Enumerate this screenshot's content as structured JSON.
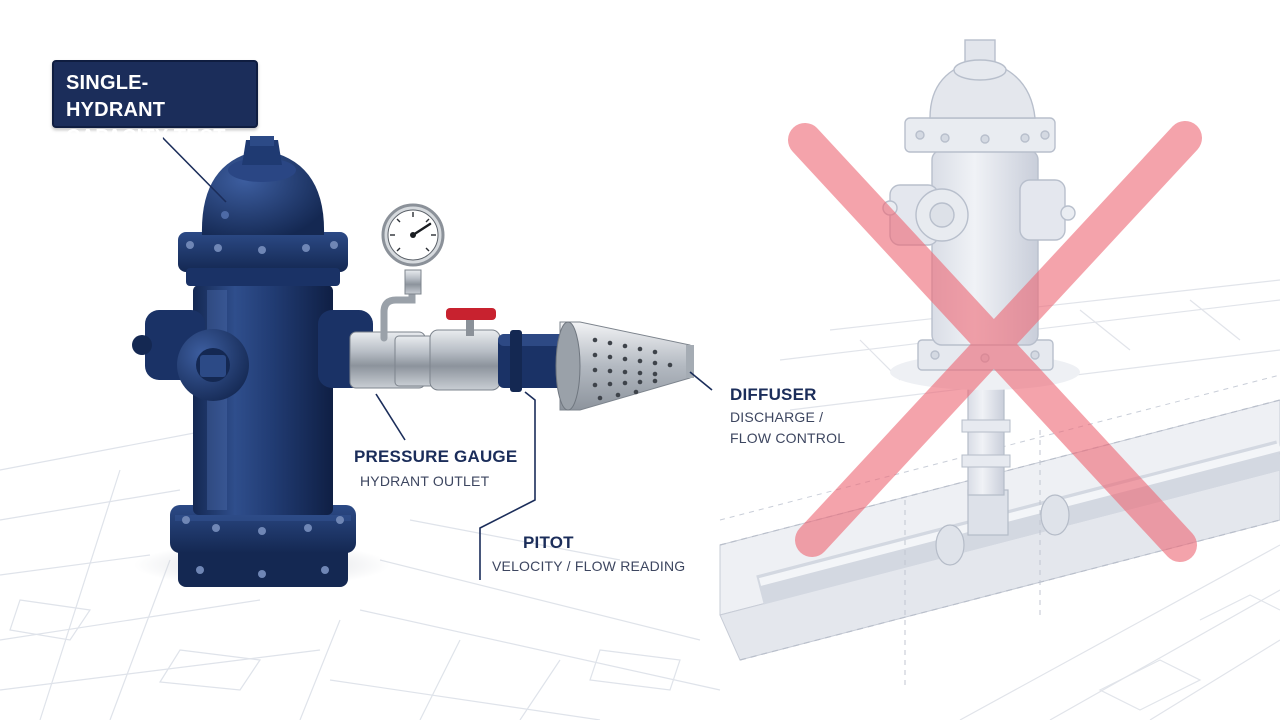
{
  "title": {
    "line1": "SINGLE-HYDRANT",
    "line2": "CAPACITY TEST"
  },
  "labels": {
    "pressure_gauge": {
      "title": "PRESSURE GAUGE",
      "subtitle": "HYDRANT OUTLET"
    },
    "pitot": {
      "title": "PITOT",
      "subtitle": "VELOCITY / FLOW READING"
    },
    "diffuser": {
      "title": "DIFFUSER",
      "subtitle_line1": "DISCHARGE /",
      "subtitle_line2": "FLOW CONTROL"
    }
  },
  "colors": {
    "hydrant": "#1e3668",
    "label_box": "#1b2d5a",
    "cross": "#ee6b78",
    "valve_handle": "#c8222f"
  }
}
